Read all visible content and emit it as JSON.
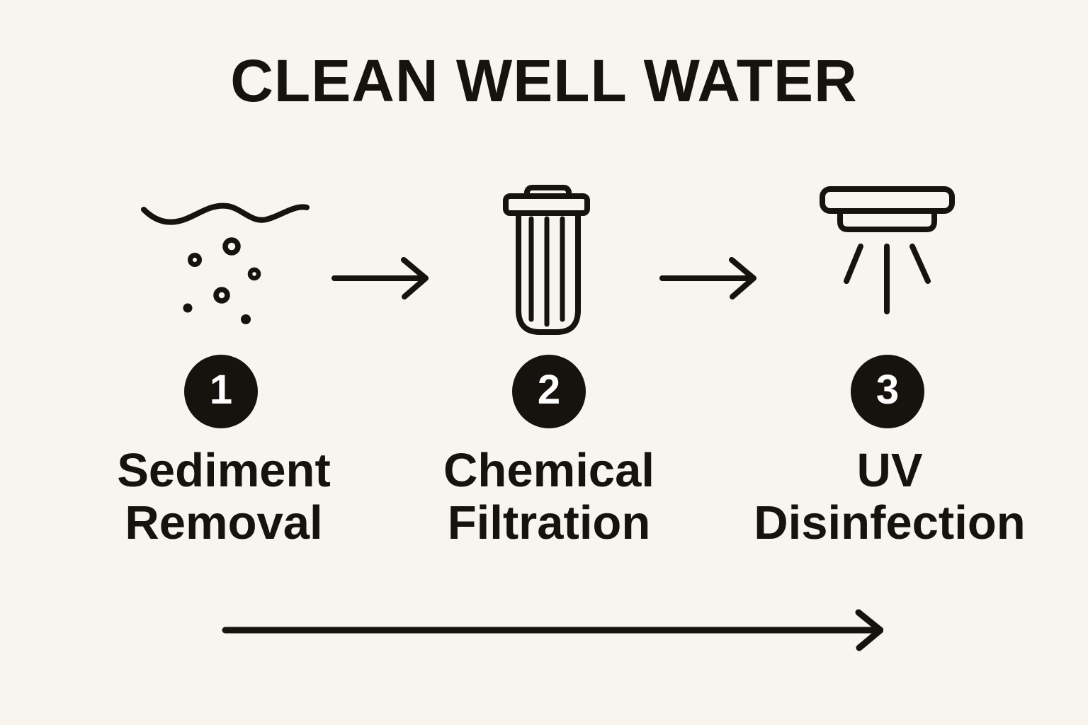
{
  "canvas": {
    "background_color": "#f7f5ee",
    "ink_color": "#16130f"
  },
  "header": {
    "title": "CLEAN WELL WATER"
  },
  "flow": {
    "steps": [
      {
        "number": "1",
        "label": [
          "Sediment",
          "Removal"
        ],
        "icon": "sediment-in-water-icon"
      },
      {
        "number": "2",
        "label": [
          "Chemical",
          "Filtration"
        ],
        "icon": "filter-cartridge-icon"
      },
      {
        "number": "3",
        "label": [
          "UV",
          "Disinfection"
        ],
        "icon": "uv-lamp-icon"
      }
    ],
    "connector_icon": "arrow-right-icon",
    "direction_icon": "long-flow-arrow-icon"
  },
  "colors": {
    "badge_background": "#16130f",
    "badge_number": "#ffffff"
  }
}
